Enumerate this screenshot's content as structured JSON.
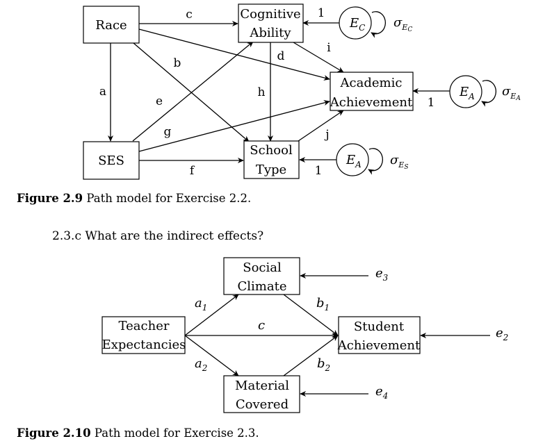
{
  "figure1": {
    "nodes": {
      "race": "Race",
      "cognitive_line1": "Cognitive",
      "cognitive_line2": "Ability",
      "academic_line1": "Academic",
      "academic_line2": "Achievement",
      "ses": "SES",
      "school_line1": "School",
      "school_line2": "Type"
    },
    "errors": {
      "ec_base": "E",
      "ec_sub": "C",
      "ea1_base": "E",
      "ea1_sub": "A",
      "ea2_base": "E",
      "ea2_sub": "A",
      "sigma": "σ",
      "sigma_ec_sub_base": "E",
      "sigma_ec_sub_sub": "C",
      "sigma_ea_sub_base": "E",
      "sigma_ea_sub_sub": "A",
      "sigma_es_sub_base": "E",
      "sigma_es_sub_sub": "S"
    },
    "path_labels": {
      "a": "a",
      "b": "b",
      "c": "c",
      "d": "d",
      "e": "e",
      "f": "f",
      "g": "g",
      "h": "h",
      "i": "i",
      "j": "j",
      "one_top": "1",
      "one_mid": "1",
      "one_bottom": "1"
    },
    "caption_label": "Figure 2.9",
    "caption_text": " Path model for Exercise 2.2."
  },
  "question": "2.3.c  What are the indirect effects?",
  "figure2": {
    "nodes": {
      "social_line1": "Social",
      "social_line2": "Climate",
      "teacher_line1": "Teacher",
      "teacher_line2": "Expectancies",
      "student_line1": "Student",
      "student_line2": "Achievement",
      "material_line1": "Material",
      "material_line2": "Covered"
    },
    "path_labels": {
      "a1_base": "a",
      "a1_sub": "1",
      "a2_base": "a",
      "a2_sub": "2",
      "b1_base": "b",
      "b1_sub": "1",
      "b2_base": "b",
      "b2_sub": "2",
      "c": "c"
    },
    "errors": {
      "e3_base": "e",
      "e3_sub": "3",
      "e2_base": "e",
      "e2_sub": "2",
      "e4_base": "e",
      "e4_sub": "4"
    },
    "caption_label": "Figure 2.10",
    "caption_text": " Path model for Exercise 2.3."
  }
}
